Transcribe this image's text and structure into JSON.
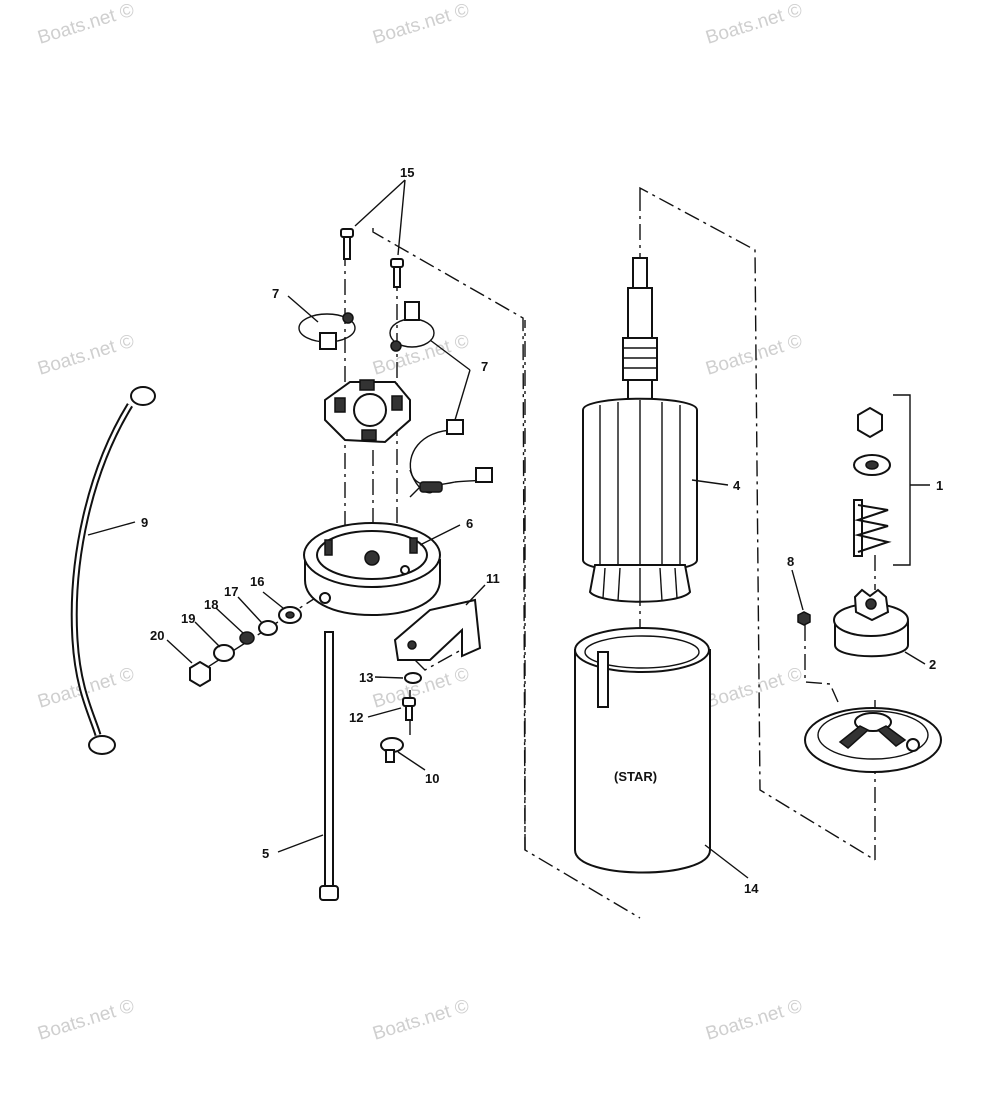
{
  "watermarks": [
    "Boats.net ©",
    "Boats.net ©",
    "Boats.net ©",
    "Boats.net ©",
    "Boats.net ©",
    "Boats.net ©",
    "Boats.net ©",
    "Boats.net ©",
    "Boats.net ©",
    "Boats.net ©",
    "Boats.net ©",
    "Boats.net ©"
  ],
  "callouts": {
    "c1": "1",
    "c2": "2",
    "c4": "4",
    "c5": "5",
    "c6": "6",
    "c7a": "7",
    "c7b": "7",
    "c8": "8",
    "c9": "9",
    "c10": "10",
    "c11": "11",
    "c12": "12",
    "c13": "13",
    "c14": "14",
    "c15": "15",
    "c16": "16",
    "c17": "17",
    "c18": "18",
    "c19": "19",
    "c20": "20"
  },
  "frame_label": "(STAR)"
}
